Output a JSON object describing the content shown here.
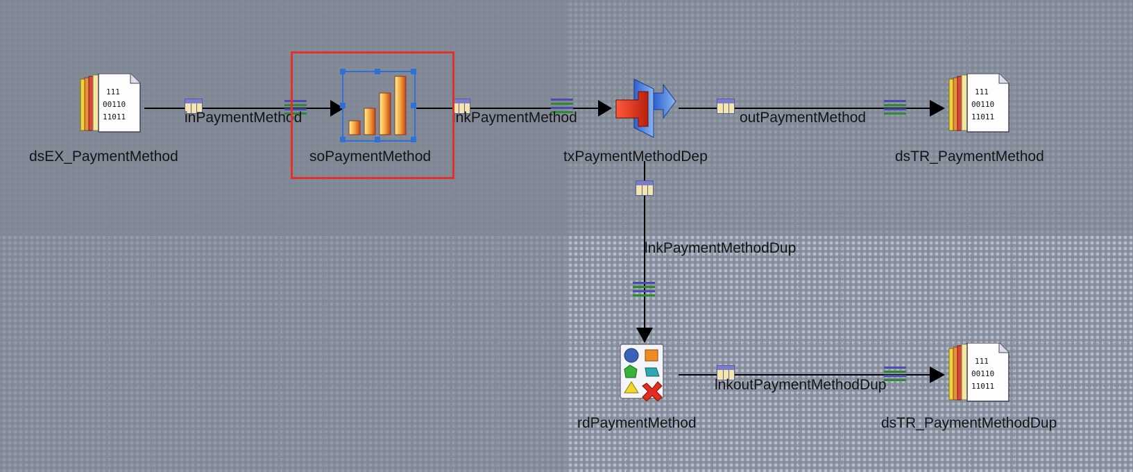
{
  "nodes": {
    "dsEX": {
      "label": "dsEX_PaymentMethod",
      "icon": "binary-dataset-icon"
    },
    "soPM": {
      "label": "soPaymentMethod",
      "icon": "bar-chart-sort-icon"
    },
    "txPM": {
      "label": "txPaymentMethodDep",
      "icon": "transformer-arrow-icon"
    },
    "dsTR": {
      "label": "dsTR_PaymentMethod",
      "icon": "binary-dataset-icon"
    },
    "rdPM": {
      "label": "rdPaymentMethod",
      "icon": "remove-duplicates-icon"
    },
    "dsTRDup": {
      "label": "dsTR_PaymentMethodDup",
      "icon": "binary-dataset-icon"
    }
  },
  "links": {
    "inPM": "inPaymentMethod",
    "lnkPM": "lnkPaymentMethod",
    "outPM": "outPaymentMethod",
    "lnkPMDup": "lnkPaymentMethodDup",
    "lnkoutPMDup": "lnkoutPaymentMethodDup"
  },
  "binary_text": [
    "111",
    "00110",
    "11011"
  ],
  "colors": {
    "canvas": "#b2bccb",
    "selection": "#e3302a",
    "handles": "#2f6fd6",
    "link": "#000000"
  }
}
